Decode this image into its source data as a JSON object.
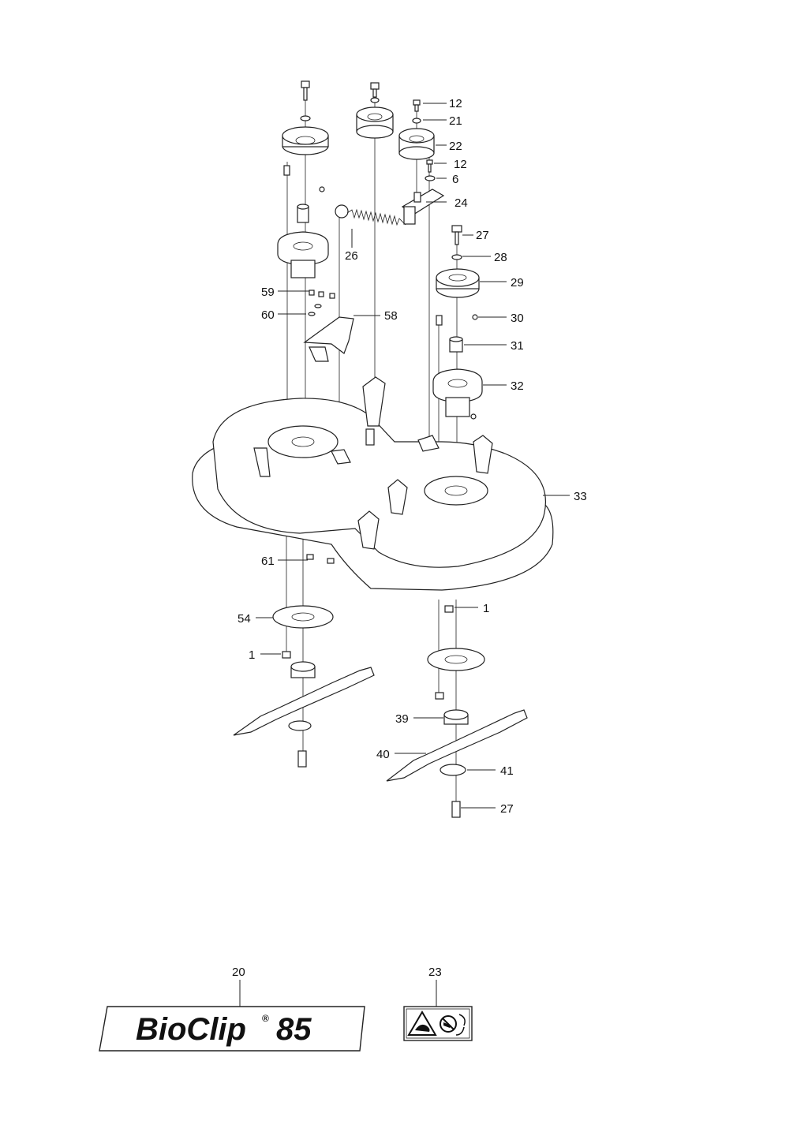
{
  "callouts": {
    "c12a": "12",
    "c21": "21",
    "c22": "22",
    "c12b": "12",
    "c6": "6",
    "c24": "24",
    "c26": "26",
    "c27a": "27",
    "c28": "28",
    "c29": "29",
    "c59": "59",
    "c60": "60",
    "c58": "58",
    "c30": "30",
    "c31": "31",
    "c32": "32",
    "c33": "33",
    "c61": "61",
    "c1a": "1",
    "c54": "54",
    "c1b": "1",
    "c39": "39",
    "c40": "40",
    "c41": "41",
    "c27b": "27",
    "c20": "20",
    "c23": "23"
  },
  "decal": {
    "brand": "BioClip",
    "registered": "®",
    "model": "85"
  },
  "icons": [
    "warning-triangle-icon",
    "no-hands-icon"
  ]
}
